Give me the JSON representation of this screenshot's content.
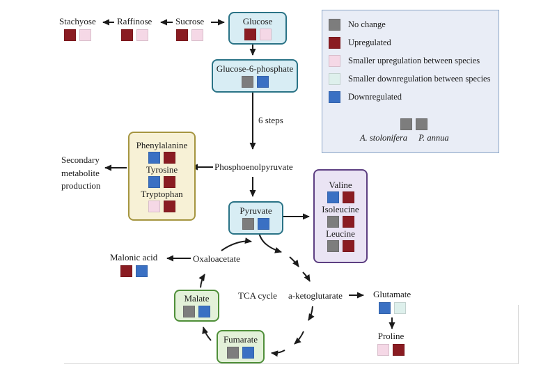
{
  "colors": {
    "no_change": "#7d7d7d",
    "upregulated": "#8a1c22",
    "smaller_up": "#f5d8e6",
    "smaller_down": "#def0ec",
    "downregulated": "#3a70c3"
  },
  "legend": {
    "items": [
      {
        "label": "No change",
        "color": "no_change"
      },
      {
        "label": "Upregulated",
        "color": "upregulated"
      },
      {
        "label": "Smaller upregulation between species",
        "color": "smaller_up"
      },
      {
        "label": "Smaller downregulation between species",
        "color": "smaller_down"
      },
      {
        "label": "Downregulated",
        "color": "downregulated"
      }
    ],
    "species_squares": [
      "no_change",
      "no_change"
    ],
    "species": [
      "A. stolonifera",
      "P. annua"
    ]
  },
  "nodes": {
    "stachyose": {
      "label": "Stachyose",
      "squares": [
        "upregulated",
        "smaller_up"
      ]
    },
    "raffinose": {
      "label": "Raffinose",
      "squares": [
        "upregulated",
        "smaller_up"
      ]
    },
    "sucrose": {
      "label": "Sucrose",
      "squares": [
        "upregulated",
        "smaller_up"
      ]
    },
    "glucose": {
      "label": "Glucose",
      "squares": [
        "upregulated",
        "smaller_up"
      ]
    },
    "g6p": {
      "label": "Glucose-6-phosphate",
      "squares": [
        "no_change",
        "downregulated"
      ]
    },
    "pep": {
      "label": "Phosphoenolpyruvate"
    },
    "phenylalanine": {
      "label": "Phenylalanine",
      "squares": [
        "downregulated",
        "upregulated"
      ]
    },
    "tyrosine": {
      "label": "Tyrosine",
      "squares": [
        "downregulated",
        "upregulated"
      ]
    },
    "tryptophan": {
      "label": "Tryptophan",
      "squares": [
        "smaller_up",
        "upregulated"
      ]
    },
    "pyruvate": {
      "label": "Pyruvate",
      "squares": [
        "no_change",
        "downregulated"
      ]
    },
    "valine": {
      "label": "Valine",
      "squares": [
        "downregulated",
        "upregulated"
      ]
    },
    "isoleucine": {
      "label": "Isoleucine",
      "squares": [
        "no_change",
        "upregulated"
      ]
    },
    "leucine": {
      "label": "Leucine",
      "squares": [
        "no_change",
        "upregulated"
      ]
    },
    "oxaloacetate": {
      "label": "Oxaloacetate"
    },
    "malonic_acid": {
      "label": "Malonic acid",
      "squares": [
        "upregulated",
        "downregulated"
      ]
    },
    "malate": {
      "label": "Malate",
      "squares": [
        "no_change",
        "downregulated"
      ]
    },
    "fumarate": {
      "label": "Fumarate",
      "squares": [
        "no_change",
        "downregulated"
      ]
    },
    "a_ketoglutarate": {
      "label": "a-ketoglutarate"
    },
    "glutamate": {
      "label": "Glutamate",
      "squares": [
        "downregulated",
        "smaller_down"
      ]
    },
    "proline": {
      "label": "Proline",
      "squares": [
        "smaller_up",
        "upregulated"
      ]
    }
  },
  "annotations": {
    "six_steps": "6 steps",
    "tca_cycle": "TCA cycle",
    "secondary": [
      "Secondary",
      "metabolite",
      "production"
    ]
  }
}
